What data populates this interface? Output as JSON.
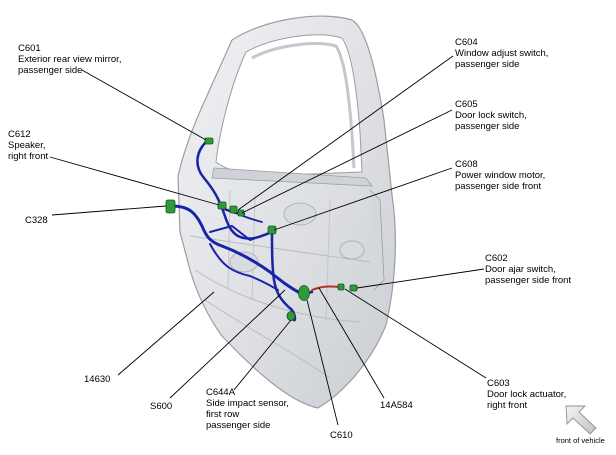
{
  "callouts": [
    {
      "id": "c601",
      "code": "C601",
      "desc": "Exterior rear view mirror,\npassenger side"
    },
    {
      "id": "c612",
      "code": "C612",
      "desc": "Speaker,\nright front"
    },
    {
      "id": "c328",
      "code": "C328",
      "desc": ""
    },
    {
      "id": "c604",
      "code": "C604",
      "desc": "Window adjust switch,\npassenger side"
    },
    {
      "id": "c605",
      "code": "C605",
      "desc": "Door lock switch,\npassenger side"
    },
    {
      "id": "c608",
      "code": "C608",
      "desc": "Power window motor,\npassenger side front"
    },
    {
      "id": "c602",
      "code": "C602",
      "desc": "Door ajar switch,\npassenger side front"
    },
    {
      "id": "c603",
      "code": "C603",
      "desc": "Door lock actuator,\nright front"
    },
    {
      "id": "h14630",
      "code": "14630",
      "desc": ""
    },
    {
      "id": "s600",
      "code": "S600",
      "desc": ""
    },
    {
      "id": "c644a",
      "code": "C644A",
      "desc": "Side impact sensor,\nfirst row\npassenger side"
    },
    {
      "id": "c610",
      "code": "C610",
      "desc": ""
    },
    {
      "id": "h14a584",
      "code": "14A584",
      "desc": ""
    }
  ],
  "orientation": {
    "label": "front of vehicle",
    "icon": "front-arrow-icon"
  },
  "colors": {
    "door_fill": "#e2e4e7",
    "door_edge": "#9a9da2",
    "harness": "#1a22a8",
    "harness_red": "#b23028",
    "connector": "#2e9a3a",
    "leader": "#000000"
  }
}
